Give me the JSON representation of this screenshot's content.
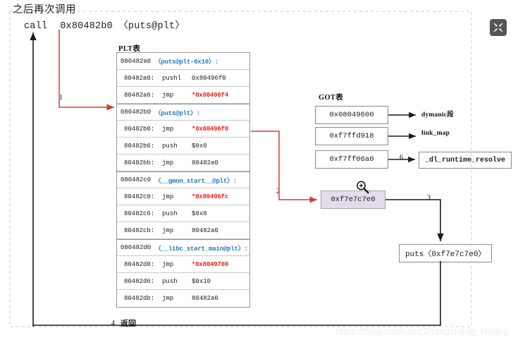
{
  "header": {
    "note_cn": "之后再次调用",
    "call_mnemonic": "call",
    "call_target": "0x80482b0 〈puts@plt〉"
  },
  "buttons": {
    "collapse_label": "collapse-arrows"
  },
  "plt": {
    "caption": "PLT表",
    "rows": [
      {
        "kind": "head",
        "addr": "080482a0",
        "symbol": "〈puts@plt-0x10〉:"
      },
      {
        "kind": "inst",
        "addr": "80482a0:",
        "op": "pushl",
        "target": "0x80496f0",
        "red": false
      },
      {
        "kind": "inst",
        "addr": "80482a6:",
        "op": "jmp",
        "target": "*0x80496f4",
        "red": true
      },
      {
        "kind": "head",
        "addr": "080482b0",
        "symbol": "〈puts@plt〉:"
      },
      {
        "kind": "inst",
        "addr": "80482b0:",
        "op": "jmp",
        "target": "*0x80496f8",
        "red": true
      },
      {
        "kind": "inst",
        "addr": "80482b6:",
        "op": "push",
        "target": "$0x0",
        "red": false
      },
      {
        "kind": "inst",
        "addr": "80482bb:",
        "op": "jmp",
        "target": "80482a0",
        "red": false
      },
      {
        "kind": "head",
        "addr": "080482c0",
        "symbol": "〈__gmon_start__@plt〉:"
      },
      {
        "kind": "inst",
        "addr": "80482c0:",
        "op": "jmp",
        "target": "*0x80496fc",
        "red": true
      },
      {
        "kind": "inst",
        "addr": "80482c6:",
        "op": "push",
        "target": "$0x8",
        "red": false
      },
      {
        "kind": "inst",
        "addr": "80482cb:",
        "op": "jmp",
        "target": "80482a0",
        "red": false
      },
      {
        "kind": "head",
        "addr": "080482d0",
        "symbol": "〈__libc_start_main@plt〉:"
      },
      {
        "kind": "inst",
        "addr": "80482d0:",
        "op": "jmp",
        "target": "*0x8049700",
        "red": true
      },
      {
        "kind": "inst",
        "addr": "80482d6:",
        "op": "push",
        "target": "$0x10",
        "red": false
      },
      {
        "kind": "inst",
        "addr": "80482db:",
        "op": "jmp",
        "target": "80482a0",
        "red": false
      }
    ]
  },
  "got": {
    "caption": "GOT表",
    "entries": [
      {
        "value": "0x08049600",
        "label": "dymanic段",
        "boxed": false,
        "edge_num": ""
      },
      {
        "value": "0xf7ffd918",
        "label": "link_map",
        "boxed": false,
        "edge_num": ""
      },
      {
        "value": "0xf7ff06a0",
        "label": "_dl_runtime_resolve",
        "boxed": true,
        "edge_num": "6"
      }
    ],
    "resolved": {
      "value": "0xf7e7c7e0",
      "edge_num": "3"
    }
  },
  "target_func": {
    "label": "puts〈0xf7e7c7e0〉"
  },
  "edges": {
    "num1": "1",
    "num2": "2",
    "num3": "3",
    "num4": "4",
    "num6": "6",
    "return_label": "返回"
  },
  "watermark": {
    "text": "https://blog.csdn.net/Zhangcheng_Huang"
  },
  "colors": {
    "red": "#e5231b",
    "blue": "#1f7bc6",
    "highlight": "#e3dceb",
    "button": "#555555"
  }
}
